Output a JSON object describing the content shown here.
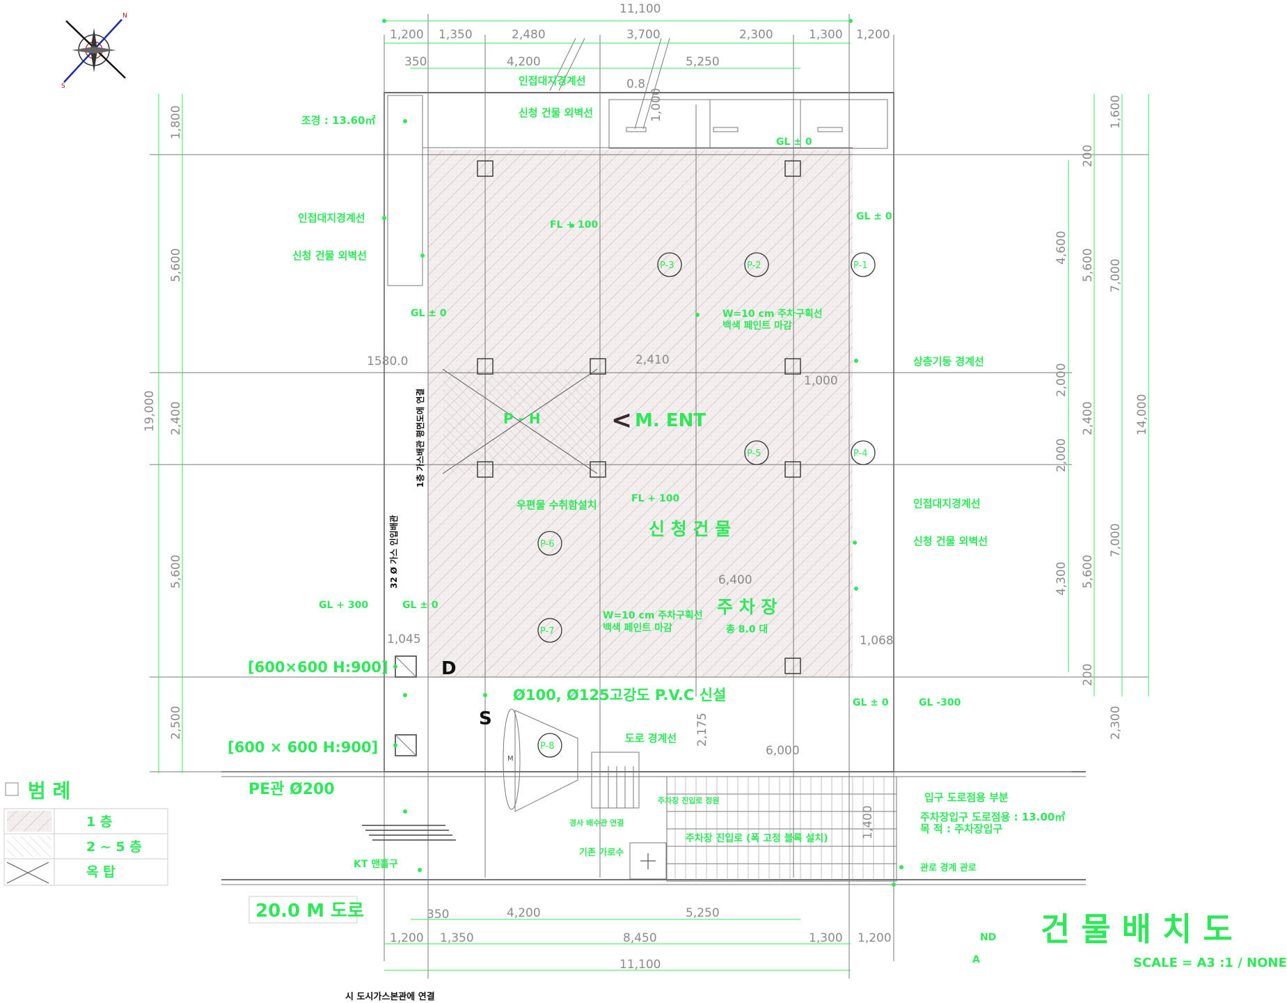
{
  "title": "건 물  배 치 도",
  "scale": "SCALE = A3 :1 / NONE",
  "legend": {
    "heading": "범  례",
    "items": [
      "1  층",
      "2 ~ 5 층",
      "옥  탑"
    ]
  },
  "road": {
    "name": "20.0 M 도로",
    "pipe": "PE관 Ø200"
  },
  "top_dims": {
    "total": "11,100",
    "row1": [
      "1,200",
      "1,350",
      "2,480",
      "3,700",
      "2,300",
      "1,300",
      "1,200"
    ],
    "row2": [
      "350",
      "4,200",
      "5,250"
    ]
  },
  "bottom_dims": {
    "row1": [
      "350",
      "4,200",
      "5,250"
    ],
    "row2": [
      "1,200",
      "1,350",
      "8,450",
      "1,300",
      "1,200"
    ],
    "total": "11,100"
  },
  "left_dims": {
    "total": "19,000",
    "segments": [
      "1,800",
      "5,600",
      "2,400",
      "5,600",
      "2,500"
    ]
  },
  "right_dims": {
    "outer": [
      "1,600",
      "7,000",
      "14,000",
      "7,000",
      "2,300"
    ],
    "mid": [
      "200",
      "5,600",
      "2,400",
      "5,600",
      "200"
    ],
    "inner": [
      "4,600",
      "2,000",
      "2,000",
      "4,300"
    ]
  },
  "labels": {
    "landscape": "조경 : 13.60㎡",
    "adjacent_boundary_top": "인접대지경계선",
    "building_outline_top": "신청 건물 외벽선",
    "adjacent_boundary_left": "인접대지경계선",
    "building_outline_left": "신청 건물 외벽선",
    "gl0_top": "GL ± 0",
    "gl0_right": "GL ± 0",
    "gl0_left": "GL ± 0",
    "fl100_top": "FL + 100",
    "fl100_mid": "FL + 100",
    "parking_line_1a": "W=10 cm  주차구획선",
    "parking_line_1b": "백색 페인트 마감",
    "parking_line_2a": "W=10 cm  주차구획선",
    "parking_line_2b": "백색 페인트 마감",
    "eaves_line": "상층기둥 경계선",
    "dim_2410": "2,410",
    "dim_1000": "1,000",
    "dim_6400": "6,400",
    "dim_1068": "1,068",
    "dim_1045": "1,045",
    "dim_6000": "6,000",
    "dim_2175": "2,175",
    "dim_1580": "1580.0",
    "ph": "P - H",
    "m_ent": "M. ENT",
    "rain": "우편물 수취함설치",
    "building": "신 청 건 물",
    "parking": "주 차 장",
    "parking_count": "총 8.0 대",
    "adjacent_boundary_right": "인접대지경계선",
    "building_outline_right": "신청 건물 외벽선",
    "vertical_gas": "1층 가스배관 평면도에 연결",
    "vertical_pipe": "32 Ø 가스 인입배관",
    "gl300": "GL + 300",
    "gl0_lower": "GL ± 0",
    "pipe_spec": "Ø100, Ø125고강도 P.V.C 신설",
    "box_d": "[600×600  H:900]",
    "box_s": "[600 × 600   H:900]",
    "d": "D",
    "s": "S",
    "road_boundary": "도로 경계선",
    "gl0_low_right": "GL ± 0",
    "gl_minus300": "GL -300",
    "entrance_road": "입구 도로점용 부분",
    "entrance_area": "주차장입구 도로점용 : 13.00㎡",
    "entrance_purpose": "목 적 : 주차장입구",
    "ramp": "주차장 진입로 (폭 고정 블록 설치)",
    "ramp_small": "주차장 진입로 정원",
    "gutter": "기존 가로수",
    "drain": "경사 배수관 연결",
    "kt": "KT 맨홀구",
    "sewer": "시 도시가스본관에 연결",
    "hydrant": "관로 경계 관로",
    "nd": "ND",
    "a": "A",
    "o8": "0.8",
    "d1000": "1,000",
    "d1400": "1,400"
  },
  "pillars": [
    "P-1",
    "P-2",
    "P-3",
    "P-4",
    "P-5",
    "P-6",
    "P-7",
    "P-8"
  ]
}
